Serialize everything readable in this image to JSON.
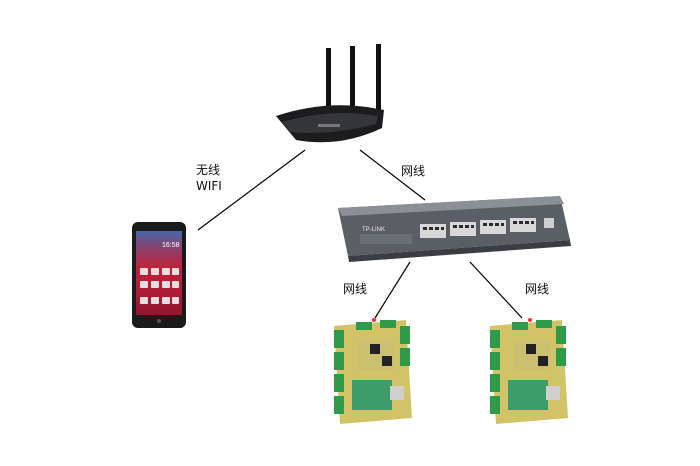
{
  "labels": {
    "wireless_cn": "无线",
    "wireless_en": "WIFI",
    "cable_router_switch": "网线",
    "cable_switch_left": "网线",
    "cable_switch_right": "网线"
  },
  "switch": {
    "brand": "TP-LINK"
  },
  "phone": {
    "clock": "16:58"
  },
  "colors": {
    "router": "#1c1c1e",
    "switch_body": "#4a4f55",
    "board": "#c8b85a",
    "board_terminal": "#2f9a4a",
    "line": "#000000"
  }
}
